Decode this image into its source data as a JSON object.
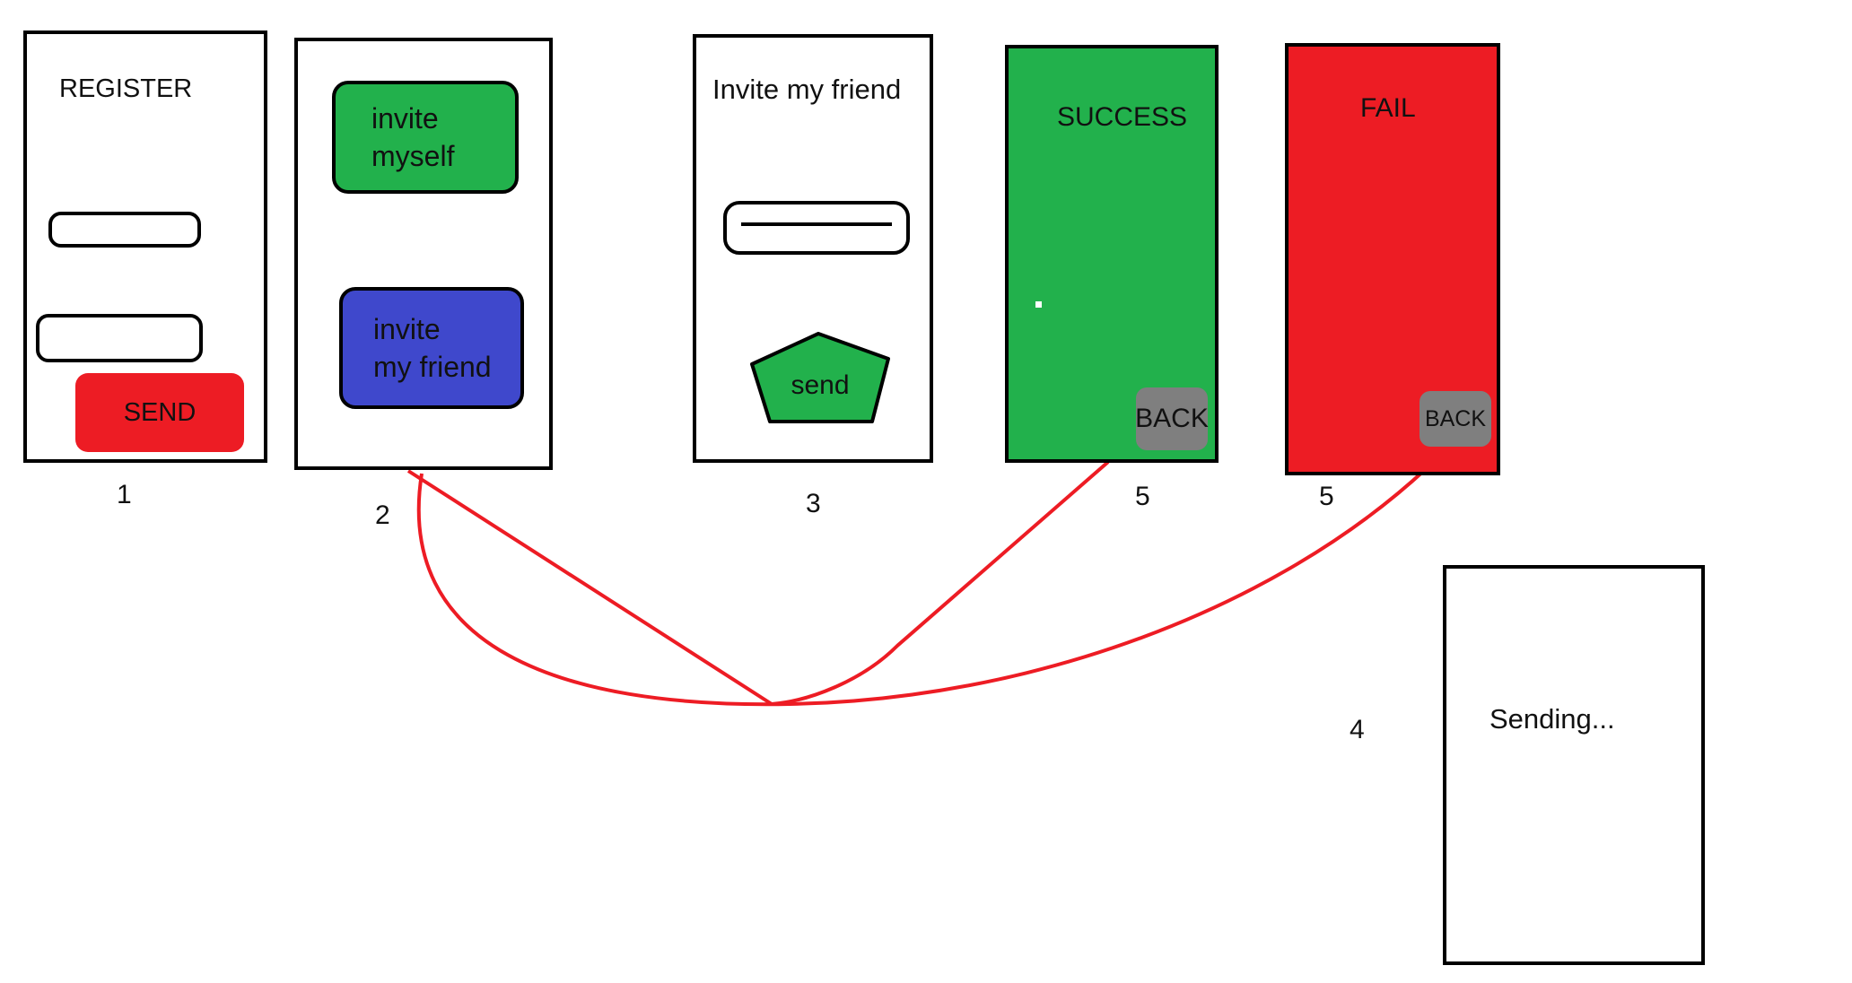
{
  "colors": {
    "green": "#22b14c",
    "red": "#ed1c24",
    "blue": "#3f48cc",
    "gray": "#7f7f7f",
    "connector": "#ed1c24"
  },
  "screen1": {
    "number": "1",
    "title": "REGISTER",
    "send_label": "SEND"
  },
  "screen2": {
    "number": "2",
    "invite_myself_line1": "invite",
    "invite_myself_line2": "myself",
    "invite_friend_line1": "invite",
    "invite_friend_line2": "my friend"
  },
  "screen3": {
    "number": "3",
    "title": "Invite my friend",
    "send_label": "send"
  },
  "screen_success": {
    "number": "5",
    "title": "SUCCESS",
    "back_label": "BACK"
  },
  "screen_fail": {
    "number": "5",
    "title": "FAIL",
    "back_label": "BACK"
  },
  "screen4": {
    "number": "4",
    "status": "Sending..."
  }
}
